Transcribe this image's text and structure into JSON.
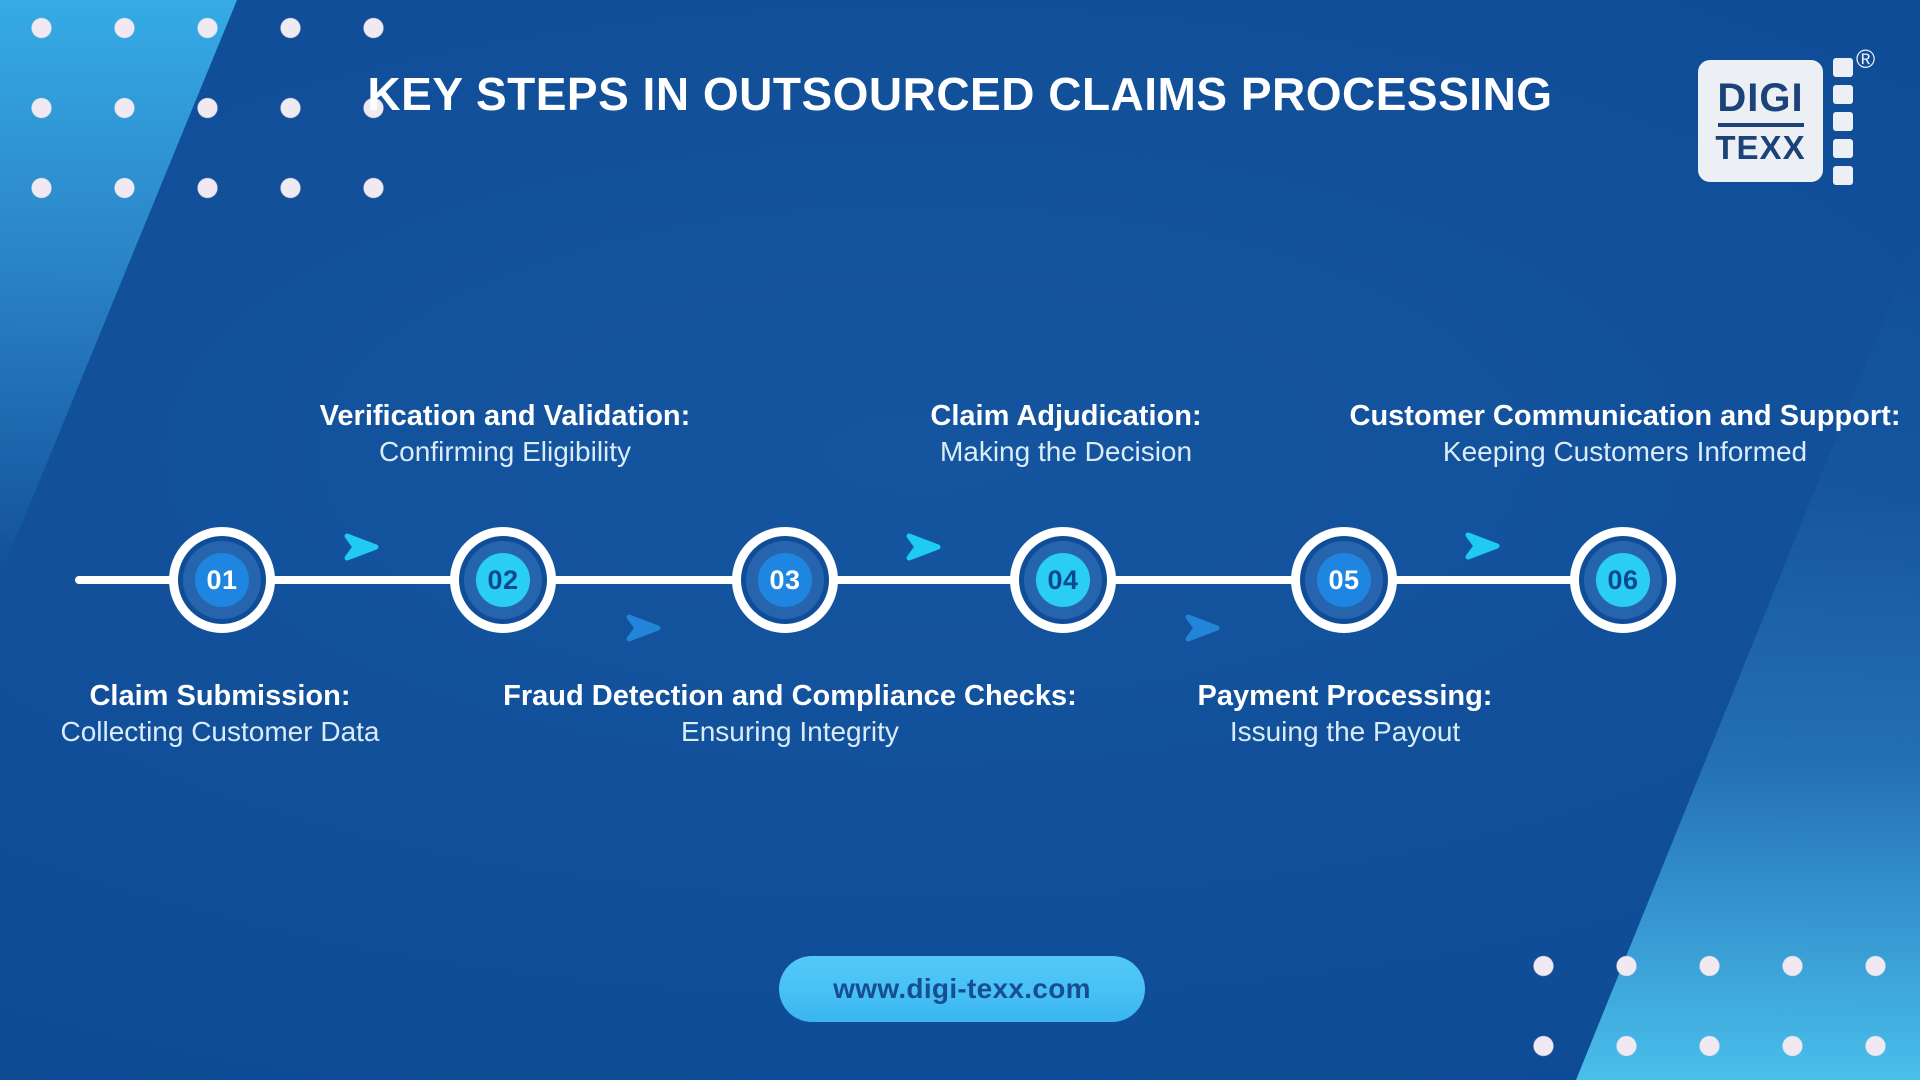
{
  "header": {
    "title": "KEY STEPS IN OUTSOURCED CLAIMS PROCESSING"
  },
  "logo": {
    "digi": "DIGI",
    "texx": "TEXX",
    "registered_mark": "®"
  },
  "steps": [
    {
      "number": "01",
      "heading": "Claim Submission:",
      "subheading": "Collecting Customer Data",
      "label_position": "below"
    },
    {
      "number": "02",
      "heading": "Verification and Validation:",
      "subheading": "Confirming Eligibility",
      "label_position": "above"
    },
    {
      "number": "03",
      "heading": "Fraud Detection and Compliance Checks:",
      "subheading": "Ensuring Integrity",
      "label_position": "below"
    },
    {
      "number": "04",
      "heading": "Claim Adjudication:",
      "subheading": "Making the Decision",
      "label_position": "above"
    },
    {
      "number": "05",
      "heading": "Payment Processing:",
      "subheading": "Issuing the Payout",
      "label_position": "below"
    },
    {
      "number": "06",
      "heading": "Customer Communication and Support:",
      "subheading": "Keeping Customers Informed",
      "label_position": "above"
    }
  ],
  "footer": {
    "website": "www.digi-texx.com"
  },
  "colors": {
    "background_blue": "#0f4c97",
    "light_wedge_blue": "#35abe5",
    "accent_blue": "#1e86e0",
    "accent_cyan": "#29cdf5",
    "arrow_blue": "#2285d8",
    "arrow_cyan": "#1fcbf2",
    "pill_background": "#47c1f4",
    "pill_text_blue": "#174e91",
    "logo_navy": "#1c4379",
    "subheading_text": "#d9ecf8",
    "dot_white": "#f1e9f1"
  }
}
